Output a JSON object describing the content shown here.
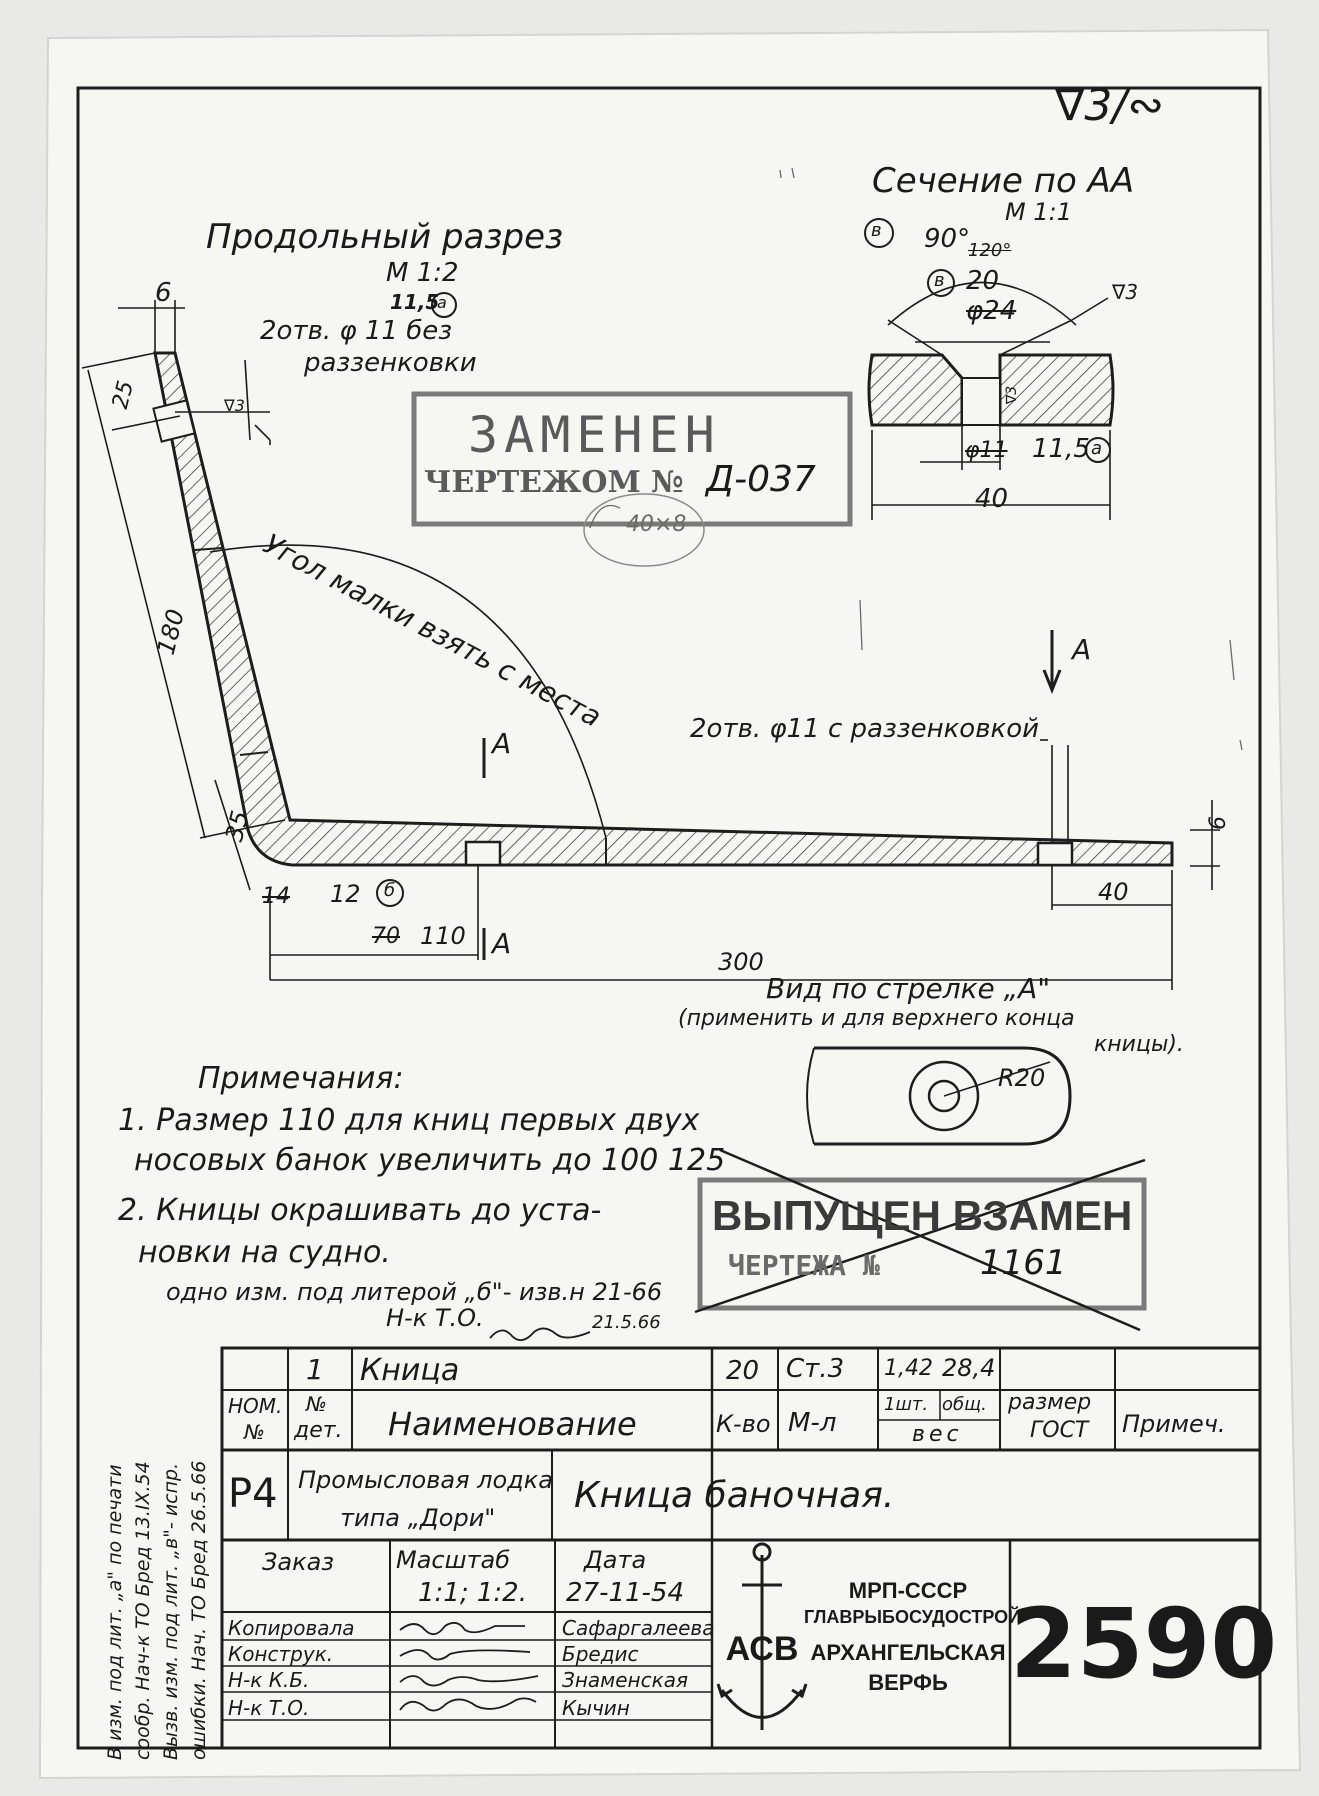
{
  "sheet": {
    "surface_symbol": "∇3/∾",
    "section_title": "Сечение по AA",
    "section_scale": "M 1:1",
    "long_title": "Продольный разрез",
    "long_scale": "M 1:2"
  },
  "section_view": {
    "rev_mark": "в",
    "angle_new": "90°",
    "angle_old": "120°",
    "rev_mark2": "в",
    "dia_countersink_new": "20",
    "dia_countersink_old": "φ24",
    "surface": "∇3",
    "inner_surface": "∇3",
    "dia_hole": "φ11",
    "dia_hole_new": "11,5",
    "rev_mark3": "а",
    "width": "40"
  },
  "long_view": {
    "dim_thickness_top": "6",
    "hole_new": "11,5",
    "rev_a": "а",
    "holes_note": "2отв. φ 11 без",
    "holes_note2": "раззенковки",
    "dim_25": "25",
    "surface": "∇3",
    "dim_180": "180",
    "dim_35": "35",
    "angle_note": "Угол малки взять с места",
    "section_A_top": "A",
    "section_A_bottom": "A",
    "dim_14": "14",
    "dim_12": "12",
    "rev_b": "б",
    "dim_70_old": "70",
    "dim_110": "110",
    "dim_300": "300",
    "dim_40": "40",
    "dim_thickness_right": "6",
    "arrow_A": "A",
    "holes_right_note": "2отв. φ11 с раззенковкой"
  },
  "view_arrow": {
    "title": "Вид по стрелке „A\"",
    "subtitle1": "(применить и для верхнего конца",
    "subtitle2": "кницы).",
    "radius": "R20"
  },
  "stamps": {
    "replaced_line1": "ЗАМЕНЕН",
    "replaced_line2": "ЧЕРТЕЖОМ №",
    "replaced_number": "Д-037",
    "replaced_note": "40×8",
    "issued_line1": "ВЫПУЩЕН ВЗАМЕН",
    "issued_line2": "ЧЕРТЕЖА №",
    "issued_number": "1161"
  },
  "notes": {
    "heading": "Примечания:",
    "note1_line1": "1. Размер 110 для книц первых двух",
    "note1_line2": "носовых банок увеличить до 100 125",
    "note2_line1": "2. Кницы окрашивать до уста-",
    "note2_line2": "новки на судно.",
    "change_line1": "одно изм. под литерой „б\"- изв.н 21-66",
    "change_line2": "Н-к Т.О.",
    "change_date": "21.5.66"
  },
  "side_note": {
    "line1": "В изм. под лит. „а\" по печати",
    "line2": "сообр. Нач-к ТО Бред  13.IX.54",
    "line3": "Вызв. изм. под лит. „в\"- испр.",
    "line4": "ошибки.  Нач. ТО  Бред  26.5.66"
  },
  "title_block": {
    "part_row": {
      "pos": "1",
      "name": "Кница",
      "qty": "20",
      "material": "Ст.3",
      "weight_unit": "1,42",
      "weight_total": "28,4"
    },
    "headers": {
      "nom": "НОМ.",
      "nom2": "№",
      "det": "№",
      "det2": "дет.",
      "name": "Наименование",
      "qty": "К-во",
      "material": "М-л",
      "w1": "1шт.",
      "w2": "общ.",
      "weight": "вес",
      "size": "размер",
      "gost": "ГОСТ",
      "notes": "Примеч."
    },
    "code": "Р4",
    "product_line1": "Промысловая лодка",
    "product_line2": "типа „Дори\"",
    "title": "Кница баночная.",
    "order_label": "Заказ",
    "scale_label": "Масштаб",
    "scale_value": "1:1; 1:2.",
    "date_label": "Дата",
    "date_value": "27-11-54",
    "roles": [
      {
        "role": "Копировала",
        "name": "Сафаргалеева"
      },
      {
        "role": "Конструк.",
        "name": "Бредис"
      },
      {
        "role": "Н-к К.Б.",
        "name": "Знаменская"
      },
      {
        "role": "Н-к Т.О.",
        "name": "Кычин"
      }
    ],
    "logo_text": "АСВ",
    "org_line1": "МРП-СССР",
    "org_line2": "ГЛАВРЫБОСУДОСТРОЙ",
    "org_line3": "АРХАНГЕЛЬСКАЯ",
    "org_line4": "ВЕРФЬ",
    "drawing_number": "2590"
  }
}
